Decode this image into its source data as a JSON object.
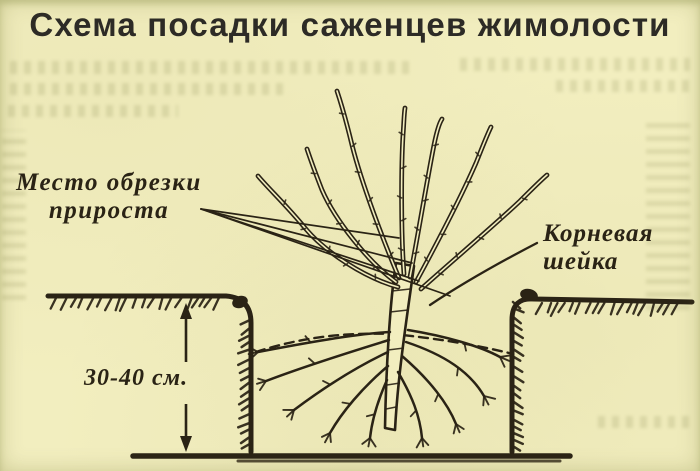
{
  "title": "Схема посадки саженцев жимолости",
  "labels": {
    "pruning_line1": "Место обрезки",
    "pruning_line2": "прироста",
    "collar_line1": "Корневая",
    "collar_line2": "шейка",
    "depth": "30-40 см."
  },
  "diagram": {
    "subject": "honeysuckle-seedling-in-planting-pit",
    "depth_measure": "30-40 см.",
    "fill_level_line_style": "dashed",
    "pruning_pointer_lines": 4,
    "branches": 7,
    "icons": {
      "arrow_up": "arrow-up-icon",
      "arrow_down": "arrow-down-icon"
    },
    "colors": {
      "paper": "#f2eebf",
      "ink": "#2a2315",
      "title_ink": "#2d2b26"
    }
  }
}
